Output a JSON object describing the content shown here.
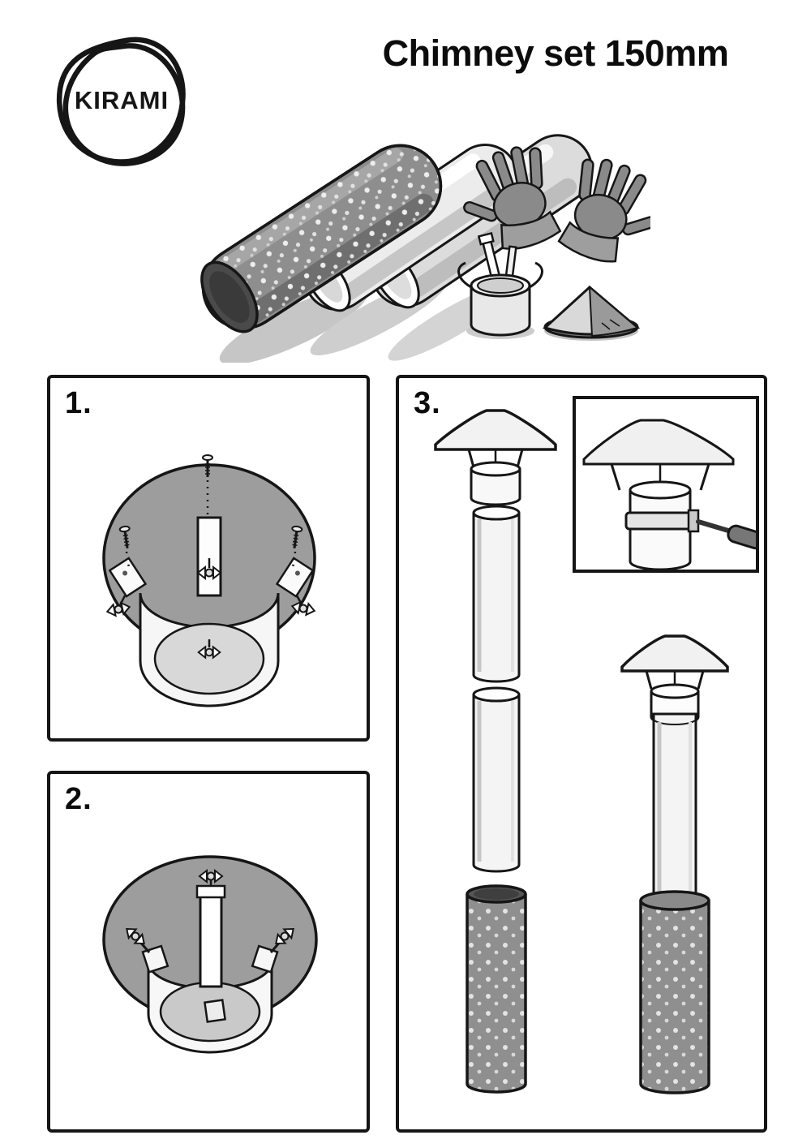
{
  "header": {
    "logo_text": "KIRAMI",
    "title": "Chimney set 150mm"
  },
  "parts_overview": {
    "items": [
      {
        "name": "perforated-outer-pipe"
      },
      {
        "name": "chimney-pipe"
      },
      {
        "name": "chimney-pipe"
      },
      {
        "name": "protective-glove-left"
      },
      {
        "name": "protective-glove-right"
      },
      {
        "name": "mounting-collar-with-fasteners"
      },
      {
        "name": "rain-cap"
      }
    ]
  },
  "steps": [
    {
      "label": "1."
    },
    {
      "label": "2."
    },
    {
      "label": "3."
    }
  ],
  "colors": {
    "ink": "#161616",
    "mid_gray": "#9d9d9d",
    "pipe_gray": "#8f8f8f",
    "light_gray": "#e8e8e8",
    "background": "#ffffff"
  }
}
